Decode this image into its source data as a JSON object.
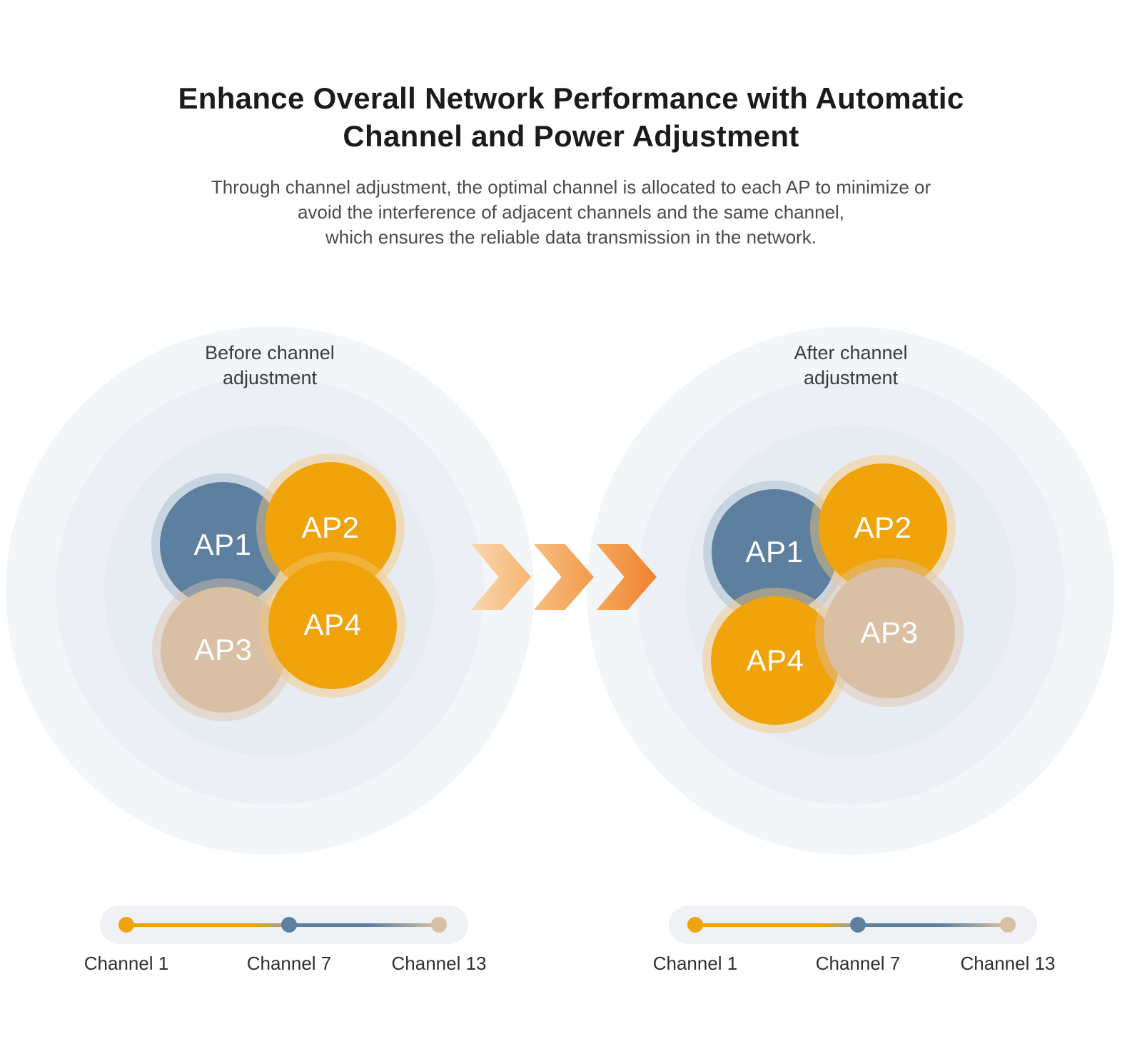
{
  "header": {
    "title_lines": [
      "Enhance Overall Network Performance with Automatic",
      "Channel and Power Adjustment"
    ],
    "subtitle_lines": [
      "Through channel adjustment, the optimal channel is allocated to each AP to minimize or",
      "avoid the interference of adjacent channels and the same channel,",
      "which ensures the reliable data transmission in the network."
    ]
  },
  "diagrams": {
    "before": {
      "label_lines": [
        "Before channel",
        "adjustment"
      ],
      "aps": [
        {
          "label": "AP1",
          "color": "#5d80a0"
        },
        {
          "label": "AP2",
          "color": "#f0a30a"
        },
        {
          "label": "AP3",
          "color": "#d9bfa4"
        },
        {
          "label": "AP4",
          "color": "#f0a30a"
        }
      ]
    },
    "after": {
      "label_lines": [
        "After channel",
        "adjustment"
      ],
      "aps": [
        {
          "label": "AP1",
          "color": "#5d80a0"
        },
        {
          "label": "AP2",
          "color": "#f0a30a"
        },
        {
          "label": "AP3",
          "color": "#d9bfa4"
        },
        {
          "label": "AP4",
          "color": "#f0a30a"
        }
      ]
    }
  },
  "legend": {
    "items": [
      {
        "label": "Channel 1",
        "color": "#f0a30a"
      },
      {
        "label": "Channel 7",
        "color": "#5d80a0"
      },
      {
        "label": "Channel 13",
        "color": "#d9bfa4"
      }
    ]
  },
  "colors": {
    "orange": "#f0a30a",
    "blue": "#5d80a0",
    "tan": "#d9bfa4",
    "arrow_light": "#fad7b2",
    "arrow_dark": "#ee8230",
    "ring_outer": "#f3f6f9",
    "ring_middle": "#ecf0f6",
    "ring_inner": "#e7ecf3",
    "legend_bar_bg": "#f0f1f4"
  }
}
